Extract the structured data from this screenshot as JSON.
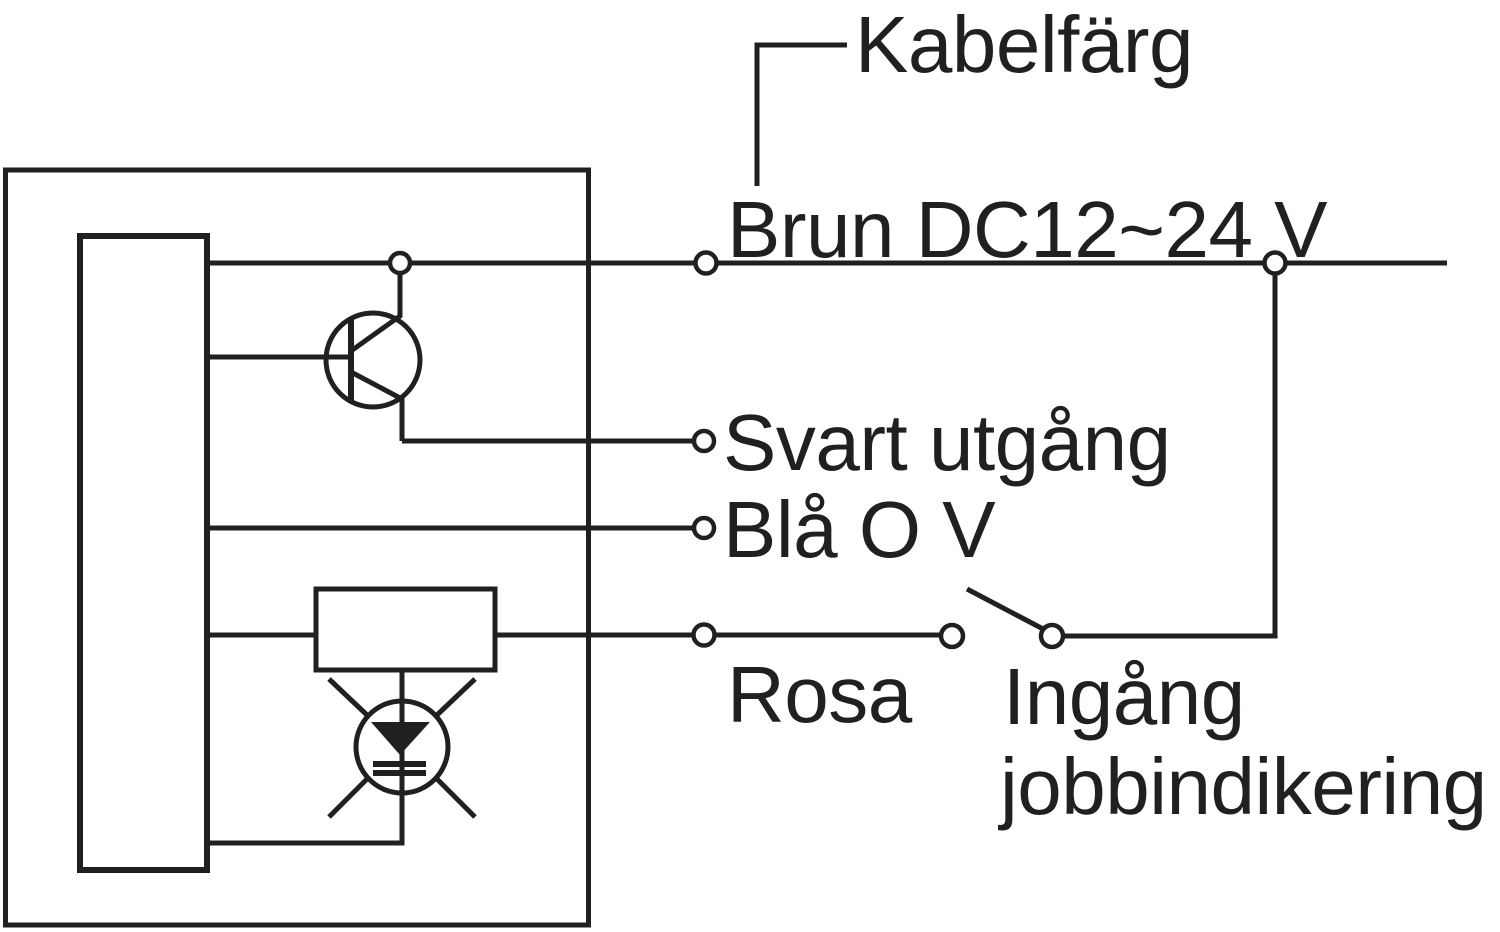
{
  "page": {
    "background_color": "#ffffff"
  },
  "diagram": {
    "line_color": "#221f1f",
    "title_label": "Kabelfärg",
    "wires": {
      "brown": "Brun DC12~24 V",
      "black": "Svart utgång",
      "blue": "Blå O V",
      "pink": "Rosa"
    },
    "input_label_line1": "Ingång",
    "input_label_line2": "jobbindikering",
    "symbols": [
      "device-enclosure-outline",
      "sensor-block",
      "npn-transistor-symbol",
      "resistor-symbol",
      "led-indicator-symbol",
      "open-switch-symbol"
    ]
  }
}
